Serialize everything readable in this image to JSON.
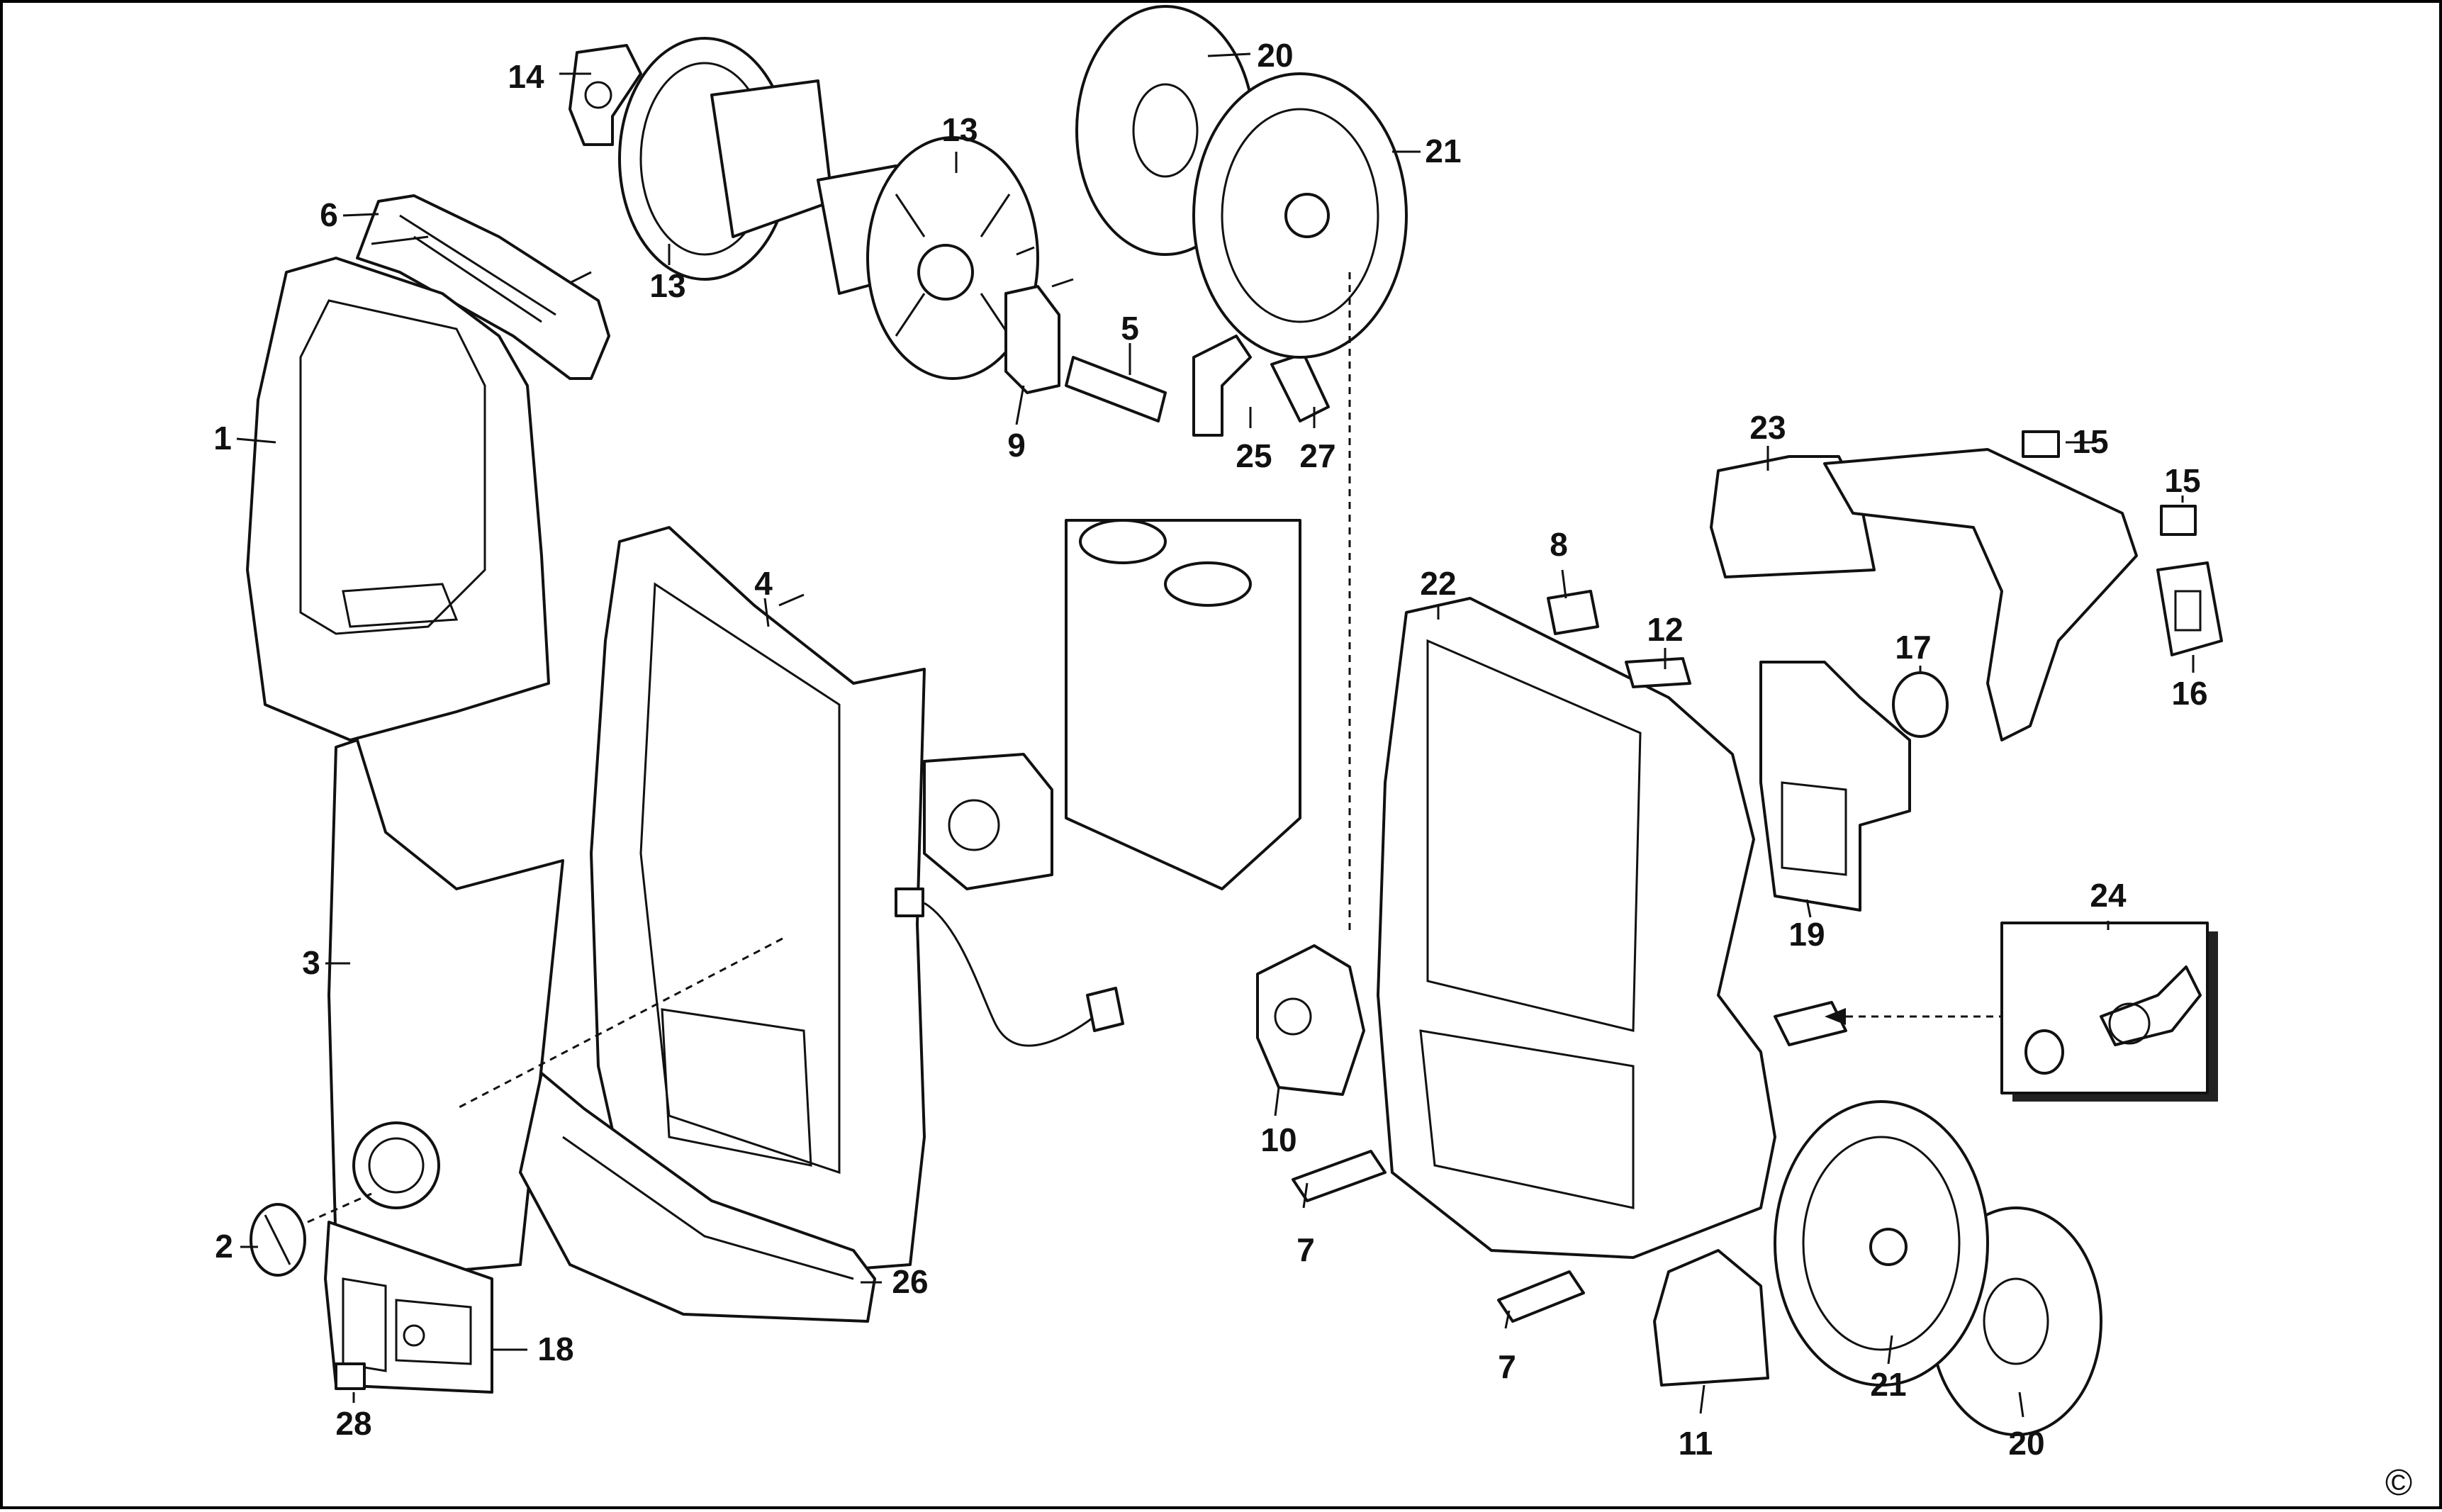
{
  "callouts": {
    "c1": "1",
    "c2": "2",
    "c3": "3",
    "c4": "4",
    "c5": "5",
    "c6": "6",
    "c7a": "7",
    "c7b": "7",
    "c8": "8",
    "c9": "9",
    "c10": "10",
    "c11": "11",
    "c12": "12",
    "c13a": "13",
    "c13b": "13",
    "c14": "14",
    "c15a": "15",
    "c15b": "15",
    "c16": "16",
    "c17": "17",
    "c18": "18",
    "c19": "19",
    "c20a": "20",
    "c20b": "20",
    "c21a": "21",
    "c21b": "21",
    "c22": "22",
    "c23": "23",
    "c24": "24",
    "c25": "25",
    "c26": "26",
    "c27": "27",
    "c28": "28"
  },
  "copyright": "©"
}
